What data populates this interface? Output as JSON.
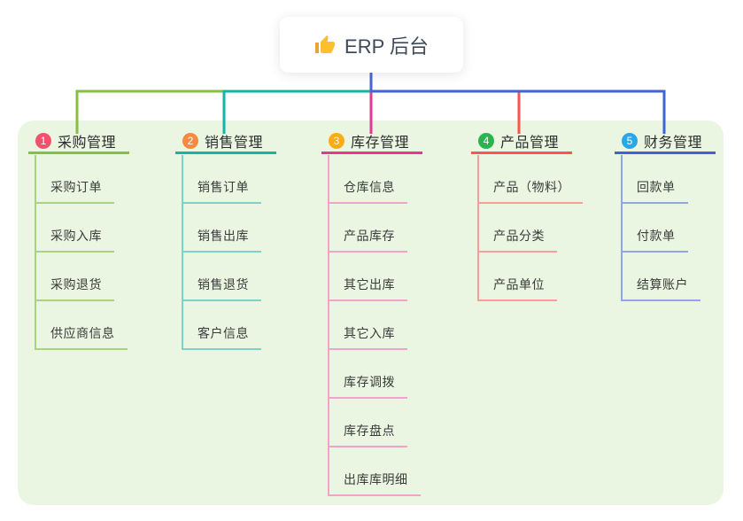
{
  "root": {
    "title": "ERP 后台",
    "icon": "thumbs-up",
    "text_color": "#3e4a5a",
    "connector_color": "#4a63d3"
  },
  "panel": {
    "bg_color": "#eaf6e2"
  },
  "columns": [
    {
      "badge": "1",
      "title": "采购管理",
      "badge_color": "#f2516e",
      "line_color": "#85c044",
      "sub_line_color": "#a9d37c",
      "items": [
        "采购订单",
        "采购入库",
        "采购退货",
        "供应商信息"
      ]
    },
    {
      "badge": "2",
      "title": "销售管理",
      "badge_color": "#f8893f",
      "line_color": "#15b3a8",
      "sub_line_color": "#7dd1c9",
      "items": [
        "销售订单",
        "销售出库",
        "销售退货",
        "客户信息"
      ]
    },
    {
      "badge": "3",
      "title": "库存管理",
      "badge_color": "#fbac15",
      "line_color": "#e23a92",
      "sub_line_color": "#f2a3cb",
      "items": [
        "仓库信息",
        "产品库存",
        "其它出库",
        "其它入库",
        "库存调拨",
        "库存盘点",
        "出库库明细"
      ]
    },
    {
      "badge": "4",
      "title": "产品管理",
      "badge_color": "#2db252",
      "line_color": "#f8564f",
      "sub_line_color": "#fa9d96",
      "items": [
        "产品（物料）",
        "产品分类",
        "产品单位"
      ]
    },
    {
      "badge": "5",
      "title": "财务管理",
      "badge_color": "#2aa7e8",
      "line_color": "#3c64d6",
      "sub_line_color": "#92a6e6",
      "items": [
        "回款单",
        "付款单",
        "结算账户"
      ]
    }
  ]
}
